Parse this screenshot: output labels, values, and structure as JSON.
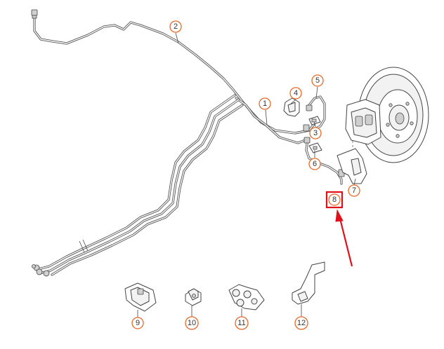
{
  "callouts": {
    "c1": "1",
    "c2": "2",
    "c3": "3",
    "c4": "4",
    "c5": "5",
    "c6": "6",
    "c7": "7",
    "c8": "8",
    "c9": "9",
    "c10": "10",
    "c11": "11",
    "c12": "12"
  },
  "highlighted_callout": "8",
  "colors": {
    "callout_ring": "#e8692a",
    "highlight_box": "#e0101a",
    "arrow": "#e0101a",
    "line_art": "#444444"
  }
}
